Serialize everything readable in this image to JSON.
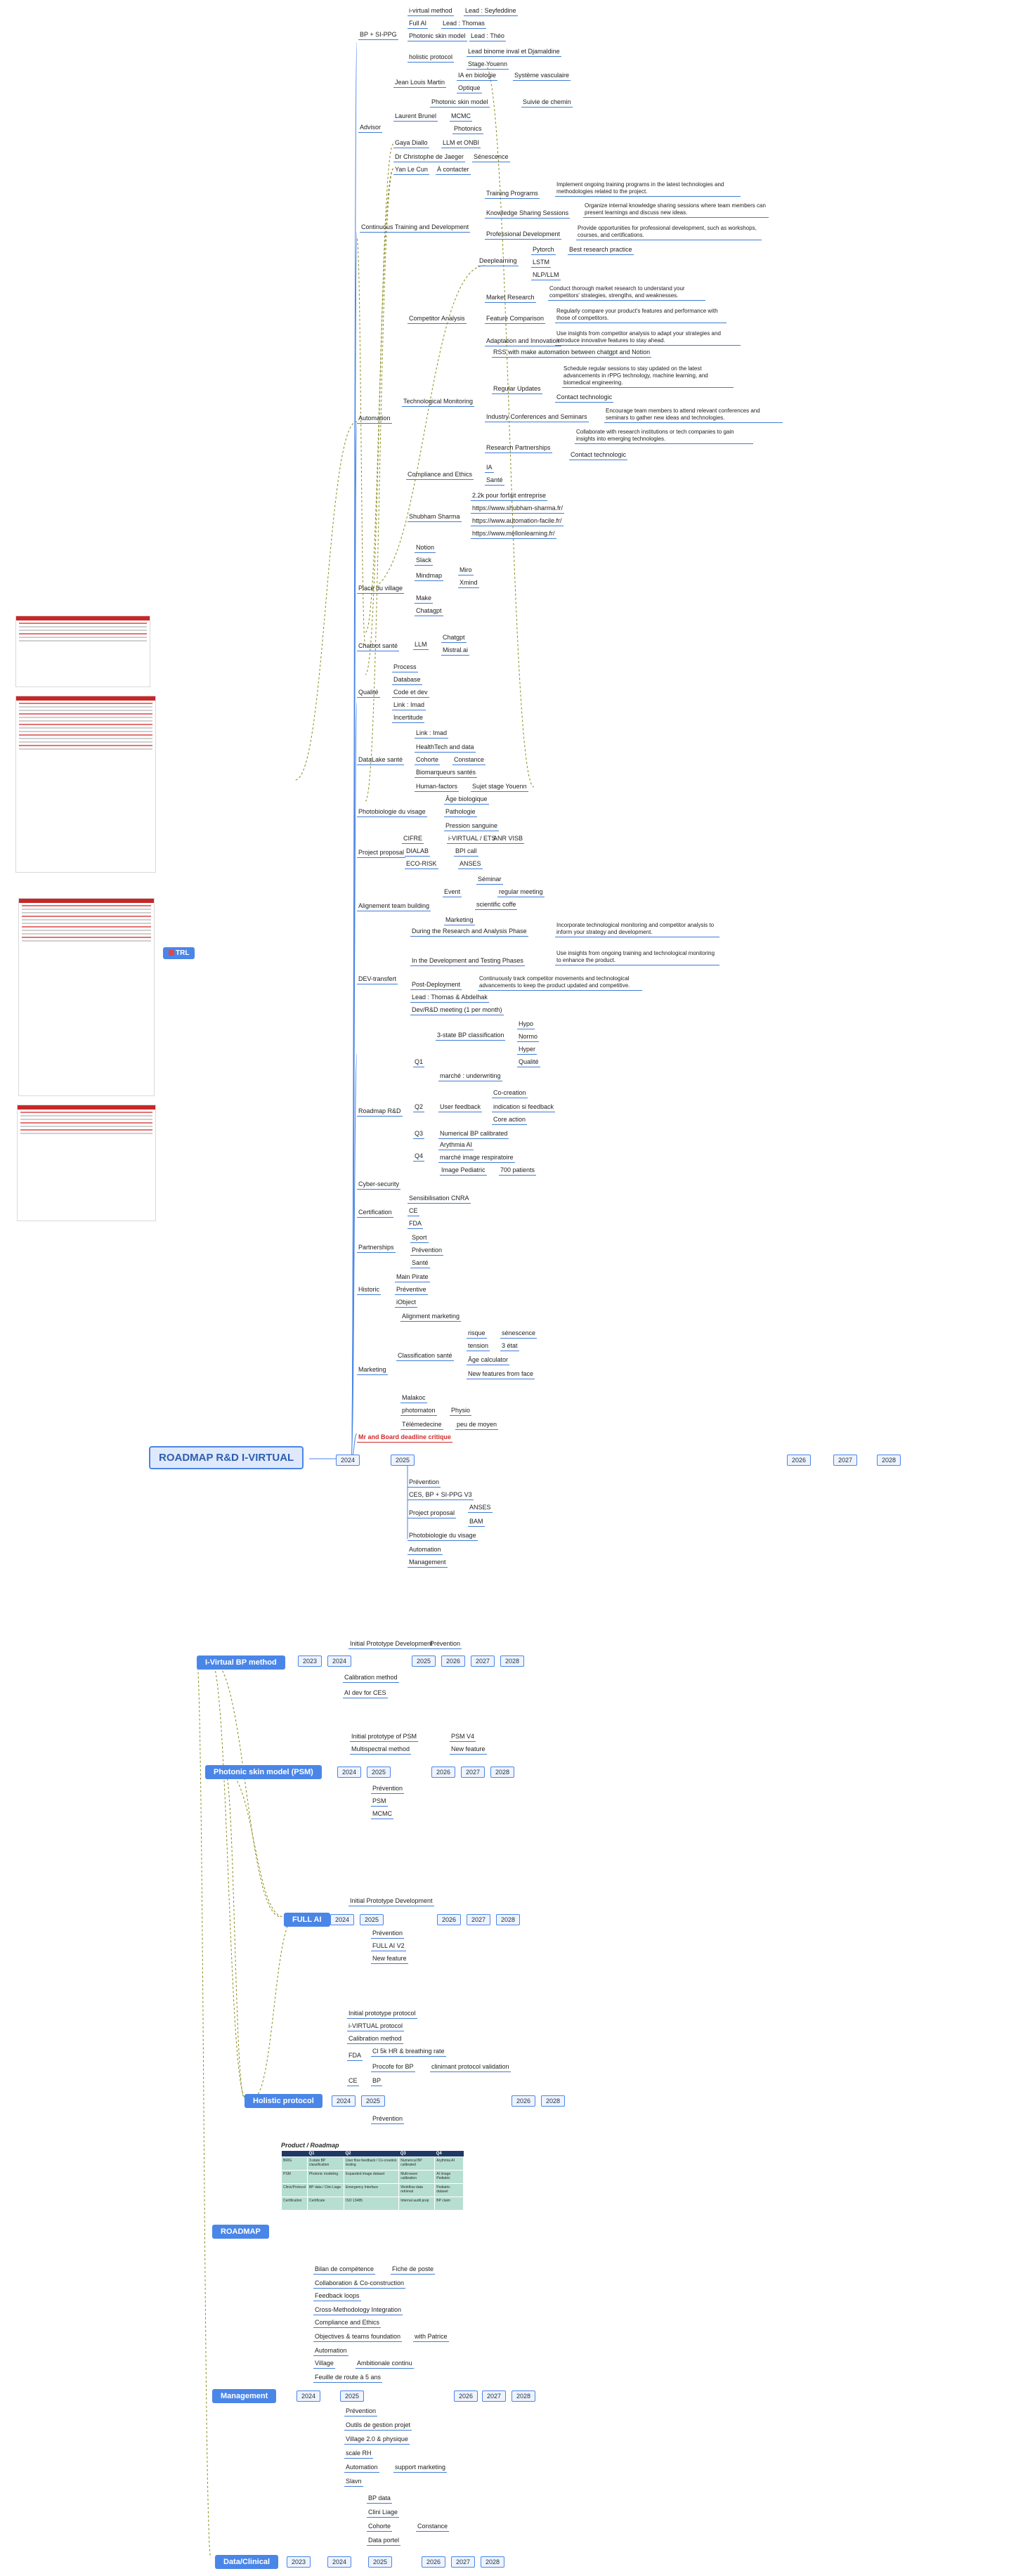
{
  "root": {
    "title": "ROADMAP R&D I-VIRTUAL"
  },
  "timeline_main": [
    "2024",
    "2025",
    "2026",
    "2027",
    "2028"
  ],
  "tbl_badge": "TRL",
  "tree": [
    {
      "t": "BP + SI-PPG"
    },
    {
      "t": "i-virtual method"
    },
    {
      "t": "Lead : Seyfeddine"
    },
    {
      "t": "Full AI"
    },
    {
      "t": "Lead : Thomas"
    },
    {
      "t": "Photonic skin model"
    },
    {
      "t": "Lead : Théo"
    },
    {
      "t": "holistic protocol"
    },
    {
      "t": "Lead binome inval et Djamaldine"
    },
    {
      "t": "Stage Youenn"
    },
    {
      "t": "Advisor"
    },
    {
      "t": "Jean Louis Martin"
    },
    {
      "t": "IA en biologie"
    },
    {
      "t": "Système vasculaire"
    },
    {
      "t": "Optique"
    },
    {
      "t": "Photonic skin model"
    },
    {
      "t": "Suivie de chemin"
    },
    {
      "t": "Laurent Brunel"
    },
    {
      "t": "MCMC"
    },
    {
      "t": "Photonics"
    },
    {
      "t": "Gaya Diallo"
    },
    {
      "t": "LLM et ONBI"
    },
    {
      "t": "Dr Christophe de Jaeger"
    },
    {
      "t": "Sénescence"
    },
    {
      "t": "Yan Le Cun"
    },
    {
      "t": "À contacter"
    },
    {
      "t": "Continuous Training and Development"
    },
    {
      "t": "Training Programs"
    },
    {
      "t": "Implement ongoing training programs in the latest technologies and methodologies related to the project."
    },
    {
      "t": "Knowledge Sharing Sessions"
    },
    {
      "t": "Organize internal knowledge sharing sessions where team members can present learnings and discuss new ideas."
    },
    {
      "t": "Professional Development"
    },
    {
      "t": "Provide opportunities for professional development, such as workshops, courses, and certifications."
    },
    {
      "t": "Deeplearning"
    },
    {
      "t": "Pytorch"
    },
    {
      "t": "Best research practice"
    },
    {
      "t": "LSTM"
    },
    {
      "t": "NLP/LLM"
    },
    {
      "t": "Automation"
    },
    {
      "t": "Competitor Analysis"
    },
    {
      "t": "Market Research"
    },
    {
      "t": "Conduct thorough market research to understand your competitors' strategies, strengths, and weaknesses."
    },
    {
      "t": "Feature Comparison"
    },
    {
      "t": "Regularly compare your product's features and performance with those of competitors."
    },
    {
      "t": "Adaptation and Innovation"
    },
    {
      "t": "Use insights from competitor analysis to adapt your strategies and introduce innovative features to stay ahead."
    },
    {
      "t": "Technological Monitoring"
    },
    {
      "t": "RSS with make automation between chatgpt and Notion"
    },
    {
      "t": "Regular Updates"
    },
    {
      "t": "Schedule regular sessions to stay updated on the latest advancements in rPPG technology, machine learning, and biomedical engineering."
    },
    {
      "t": "Contact technologic"
    },
    {
      "t": "Industry Conferences and Seminars"
    },
    {
      "t": "Encourage team members to attend relevant conferences and seminars to gather new ideas and technologies."
    },
    {
      "t": "Research Partnerships"
    },
    {
      "t": "Collaborate with research institutions or tech companies to gain insights into emerging technologies."
    },
    {
      "t": "Contact technologic"
    },
    {
      "t": "Compliance and Ethics"
    },
    {
      "t": "IA"
    },
    {
      "t": "Santé"
    },
    {
      "t": "Shubham Sharma"
    },
    {
      "t": "2.2k pour forfait entreprise"
    },
    {
      "t": "https://www.shubham-sharma.fr/"
    },
    {
      "t": "https://www.automation-facile.fr/"
    },
    {
      "t": "https://www.mellonlearning.fr/"
    },
    {
      "t": "Place du village"
    },
    {
      "t": "Notion"
    },
    {
      "t": "Slack"
    },
    {
      "t": "Mindmap"
    },
    {
      "t": "Miro"
    },
    {
      "t": "Xmind"
    },
    {
      "t": "Make"
    },
    {
      "t": "Chatagpt"
    },
    {
      "t": "Chatbot santé"
    },
    {
      "t": "LLM"
    },
    {
      "t": "Chatgpt"
    },
    {
      "t": "Mistral.ai"
    },
    {
      "t": "Qualité"
    },
    {
      "t": "Process"
    },
    {
      "t": "Database"
    },
    {
      "t": "Code et dev"
    },
    {
      "t": "Link : Imad"
    },
    {
      "t": "Incertitude"
    },
    {
      "t": "DataLake santé"
    },
    {
      "t": "Link : Imad"
    },
    {
      "t": "HealthTech and data"
    },
    {
      "t": "Cohorte"
    },
    {
      "t": "Constance"
    },
    {
      "t": "Biomarqueurs santés"
    },
    {
      "t": "Human-factors"
    },
    {
      "t": "Sujet stage Youenn"
    },
    {
      "t": "Photobiologie du visage"
    },
    {
      "t": "Âge biologique"
    },
    {
      "t": "Pathologie"
    },
    {
      "t": "Pression sanguine"
    },
    {
      "t": "Project proposal"
    },
    {
      "t": "CIFRE"
    },
    {
      "t": "i-VIRTUAL / ETS"
    },
    {
      "t": "ANR VISB"
    },
    {
      "t": "DIALAB"
    },
    {
      "t": "BPI call"
    },
    {
      "t": "ECO-RISK"
    },
    {
      "t": "ANSES"
    },
    {
      "t": "Alignement team building"
    },
    {
      "t": "Séminar"
    },
    {
      "t": "Event"
    },
    {
      "t": "regular meeting"
    },
    {
      "t": "scientific coffe"
    },
    {
      "t": "Marketing"
    },
    {
      "t": "DEV-transfert"
    },
    {
      "t": "During the Research and Analysis Phase"
    },
    {
      "t": "Incorporate technological monitoring and competitor analysis to inform your strategy and development."
    },
    {
      "t": "In the Development and Testing Phases"
    },
    {
      "t": "Use insights from ongoing training and technological monitoring to enhance the product."
    },
    {
      "t": "Post-Deployment"
    },
    {
      "t": "Continuously track competitor movements and technological advancements to keep the product updated and competitive."
    },
    {
      "t": "Lead : Thomas & Abdelhak"
    },
    {
      "t": "Dev/R&D meeting (1 per month)"
    },
    {
      "t": "Roadmap R&D"
    },
    {
      "t": "Q1"
    },
    {
      "t": "3-state BP classification"
    },
    {
      "t": "Hypo"
    },
    {
      "t": "Normo"
    },
    {
      "t": "Hyper"
    },
    {
      "t": "Qualité"
    },
    {
      "t": "marché : underwriting"
    },
    {
      "t": "Q2"
    },
    {
      "t": "User feedback"
    },
    {
      "t": "Co-creation"
    },
    {
      "t": "indication si feedback"
    },
    {
      "t": "Core action"
    },
    {
      "t": "Q3"
    },
    {
      "t": "Numerical BP calibrated"
    },
    {
      "t": "Q4"
    },
    {
      "t": "Arythmia AI"
    },
    {
      "t": "marché image respiratoire"
    },
    {
      "t": "Image Pediatric"
    },
    {
      "t": "700 patients"
    },
    {
      "t": "Cyber-security"
    },
    {
      "t": "Certification"
    },
    {
      "t": "Sensibilisation CNRA"
    },
    {
      "t": "CE"
    },
    {
      "t": "FDA"
    },
    {
      "t": "Partnerships"
    },
    {
      "t": "Sport"
    },
    {
      "t": "Prévention"
    },
    {
      "t": "Santé"
    },
    {
      "t": "Historic"
    },
    {
      "t": "Main Pirate"
    },
    {
      "t": "Préventive"
    },
    {
      "t": "iObject"
    },
    {
      "t": "Marketing"
    },
    {
      "t": "Alignment marketing"
    },
    {
      "t": "Classification santé"
    },
    {
      "t": "risque"
    },
    {
      "t": "sénescence"
    },
    {
      "t": "tension"
    },
    {
      "t": "3 état"
    },
    {
      "t": "Âge calculator"
    },
    {
      "t": "New features from face"
    },
    {
      "t": "Malakoc"
    },
    {
      "t": "photomaton"
    },
    {
      "t": "Physio"
    },
    {
      "t": "Télémedecine"
    },
    {
      "t": "peu de moyen"
    },
    {
      "t": "Mr and Board deadline critique"
    },
    {
      "t": "Prévention"
    },
    {
      "t": "CES, BP + SI-PPG V3"
    },
    {
      "t": "Project proposal"
    },
    {
      "t": "ANSES"
    },
    {
      "t": "BAM"
    },
    {
      "t": "Photobiologie du visage"
    },
    {
      "t": "Automation"
    },
    {
      "t": "Management"
    }
  ],
  "sections": [
    {
      "title": "I-Virtual BP method",
      "years": [
        "2023",
        "2024",
        "2025",
        "2026",
        "2027",
        "2028"
      ],
      "items": [
        "Initial Prototype Development",
        "Prévention",
        "Calibration method",
        "AI dev for CES"
      ]
    },
    {
      "title": "Photonic skin model (PSM)",
      "years": [
        "2024",
        "2025",
        "2026",
        "2027",
        "2028"
      ],
      "items": [
        "Initial prototype of PSM",
        "PSM V4",
        "Multispectral method",
        "New feature",
        "Prévention",
        "PSM",
        "MCMC"
      ]
    },
    {
      "title": "FULL AI",
      "years": [
        "2024",
        "2025",
        "2026",
        "2027",
        "2028"
      ],
      "items": [
        "Initial Prototype Development",
        "Prévention",
        "FULL AI V2",
        "New feature"
      ]
    },
    {
      "title": "Holistic protocol",
      "years": [
        "2024",
        "2025",
        "2026",
        "2028"
      ],
      "items": [
        "Initial prototype protocol",
        "i-VIRTUAL protocol",
        "Calibration method",
        "FDA",
        "Cl 5k HR & breathing rate",
        "Procofe for BP",
        "clinimant protocol validation",
        "CE",
        "BP",
        "Prévention"
      ]
    },
    {
      "title": "ROADMAP",
      "years": [],
      "items": []
    },
    {
      "title": "Management",
      "years": [
        "2024",
        "2025",
        "2026",
        "2027",
        "2028"
      ],
      "items": [
        "Bilan de compétence",
        "Fiche de poste",
        "Collaboration & Co-construction",
        "Feedback loops",
        "Cross-Methodology Integration",
        "Compliance and Ethics",
        "Objectives & teams foundation",
        "with Patrice",
        "Automation",
        "Village",
        "Ambitionale continu",
        "Feuille de route à 5 ans",
        "Prévention",
        "Outils de gestion projet",
        "Village 2.0 & physique",
        "scale RH",
        "Automation",
        "support marketing",
        "Slavn"
      ]
    },
    {
      "title": "Data/Clinical",
      "years": [
        "2023",
        "2024",
        "2025",
        "2026",
        "2027",
        "2028"
      ],
      "items": [
        "BP data",
        "Clini Liage",
        "Cohorte",
        "Constance",
        "Data portel"
      ]
    }
  ],
  "roadmap_table": {
    "title": "Product / Roadmap",
    "headers": [
      "",
      "Q1",
      "Q2",
      "Q3",
      "Q4"
    ],
    "rows": [
      [
        "BRIG",
        "3-state BP classification",
        "User flow feedback / Co-creation testing",
        "Numerical BP calibrated",
        "Arythmia AI"
      ],
      [
        "PSM",
        "Photonic modeling",
        "Expanded image dataset",
        "Multi-wave calibration",
        "AI Image Pediatric"
      ],
      [
        "Clinic/Protocol",
        "BP data / Clini Liage",
        "Emergency Interface",
        "Workflow data retrieval",
        "Pediatric dataset"
      ],
      [
        "Certification",
        "Certificate",
        "ISO 13485",
        "Internal audit prep",
        "BP claim"
      ]
    ]
  }
}
